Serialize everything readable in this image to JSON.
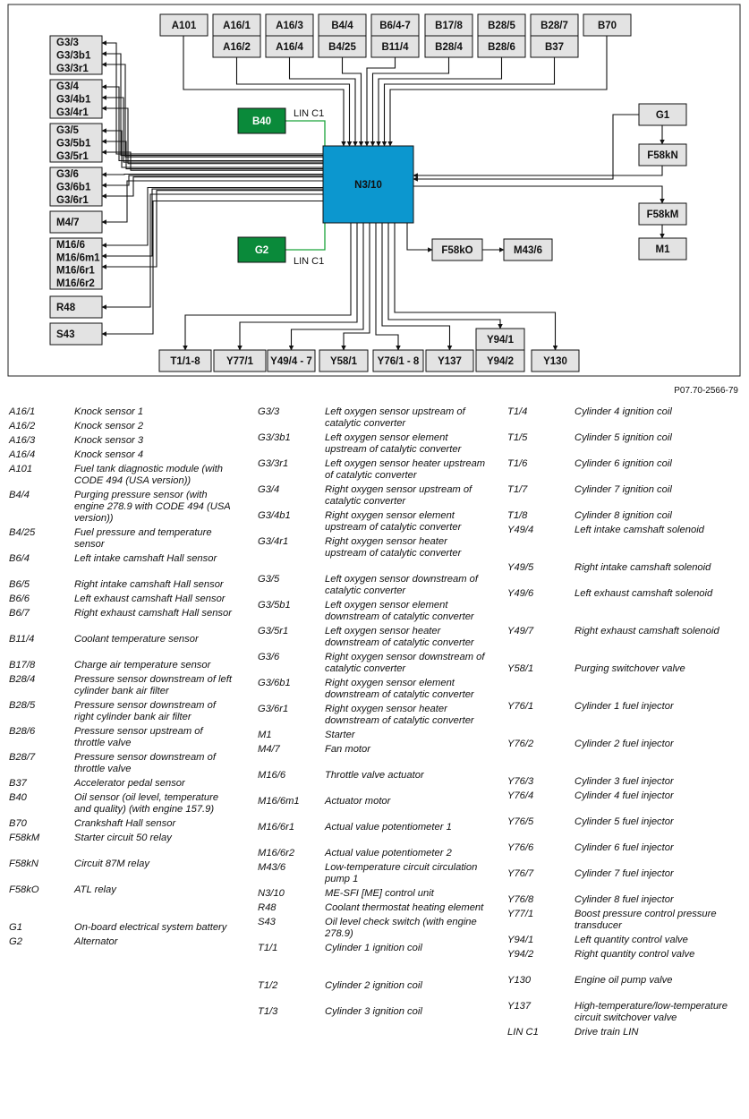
{
  "diagram": {
    "central_unit": "N3/10",
    "nodes_top": [
      {
        "id": "top-a101",
        "lines": [
          "A101"
        ]
      },
      {
        "id": "top-a16-1",
        "lines": [
          "A16/1",
          "A16/2"
        ]
      },
      {
        "id": "top-a16-3",
        "lines": [
          "A16/3",
          "A16/4"
        ]
      },
      {
        "id": "top-b4-4",
        "lines": [
          "B4/4",
          "B4/25"
        ]
      },
      {
        "id": "top-b6-4",
        "lines": [
          "B6/4-7",
          "B11/4"
        ]
      },
      {
        "id": "top-b17-8",
        "lines": [
          "B17/8",
          "B28/4"
        ]
      },
      {
        "id": "top-b28-5",
        "lines": [
          "B28/5",
          "B28/6"
        ]
      },
      {
        "id": "top-b28-7",
        "lines": [
          "B28/7",
          "B37"
        ]
      },
      {
        "id": "top-b70",
        "lines": [
          "B70"
        ]
      }
    ],
    "nodes_left": [
      {
        "id": "left-g3-3",
        "lines": [
          "G3/3",
          "G3/3b1",
          "G3/3r1"
        ]
      },
      {
        "id": "left-g3-4",
        "lines": [
          "G3/4",
          "G3/4b1",
          "G3/4r1"
        ]
      },
      {
        "id": "left-g3-5",
        "lines": [
          "G3/5",
          "G3/5b1",
          "G3/5r1"
        ]
      },
      {
        "id": "left-g3-6",
        "lines": [
          "G3/6",
          "G3/6b1",
          "G3/6r1"
        ]
      },
      {
        "id": "left-m4-7",
        "lines": [
          "M4/7"
        ]
      },
      {
        "id": "left-m16-6",
        "lines": [
          "M16/6",
          "M16/6m1",
          "M16/6r1",
          "M16/6r2"
        ]
      },
      {
        "id": "left-r48",
        "lines": [
          "R48"
        ]
      },
      {
        "id": "left-s43",
        "lines": [
          "S43"
        ]
      }
    ],
    "nodes_bottom": [
      {
        "id": "bottom-t1",
        "lines": [
          "T1/1-8"
        ]
      },
      {
        "id": "bottom-y77",
        "lines": [
          "Y77/1"
        ]
      },
      {
        "id": "bottom-y49",
        "lines": [
          "Y49/4 - 7"
        ]
      },
      {
        "id": "bottom-y58",
        "lines": [
          "Y58/1"
        ]
      },
      {
        "id": "bottom-y76",
        "lines": [
          "Y76/1 - 8"
        ]
      },
      {
        "id": "bottom-y137",
        "lines": [
          "Y137"
        ]
      },
      {
        "id": "bottom-y94",
        "lines": [
          "Y94/1",
          "Y94/2"
        ]
      },
      {
        "id": "bottom-y130",
        "lines": [
          "Y130"
        ]
      }
    ],
    "nodes_right": [
      {
        "id": "right-g1",
        "lines": [
          "G1"
        ]
      },
      {
        "id": "right-f58kn",
        "lines": [
          "F58kN"
        ]
      },
      {
        "id": "right-f58km",
        "lines": [
          "F58kM"
        ]
      },
      {
        "id": "right-m1",
        "lines": [
          "M1"
        ]
      },
      {
        "id": "mid-f58ko",
        "lines": [
          "F58kO"
        ]
      },
      {
        "id": "mid-m43-6",
        "lines": [
          "M43/6"
        ]
      }
    ],
    "green_nodes": [
      {
        "id": "green-b40",
        "lines": [
          "B40"
        ]
      },
      {
        "id": "green-g2",
        "lines": [
          "G2"
        ]
      }
    ],
    "bus_label_top": "LIN C1",
    "bus_label_bottom": "LIN C1",
    "colors": {
      "central": "#0c97cf",
      "green_box": "#0a8a3a",
      "bus_line": "#1aa33a",
      "box_fill": "#e3e3e3"
    }
  },
  "figure_ref": "P07.70-2566-79",
  "legend": {
    "columns": [
      [
        {
          "code": "A16/1",
          "desc": "Knock sensor 1",
          "gap": 0
        },
        {
          "code": "A16/2",
          "desc": "Knock sensor 2",
          "gap": 0
        },
        {
          "code": "A16/3",
          "desc": "Knock sensor 3",
          "gap": 0
        },
        {
          "code": "A16/4",
          "desc": "Knock sensor 4",
          "gap": 0
        },
        {
          "code": "A101",
          "desc": "Fuel tank diagnostic module (with CODE 494 (USA version))",
          "gap": 0
        },
        {
          "code": "B4/4",
          "desc": "Purging pressure sensor (with engine 278.9 with CODE 494 (USA version))",
          "gap": 0
        },
        {
          "code": "B4/25",
          "desc": "Fuel pressure and temperature sensor",
          "gap": 0
        },
        {
          "code": "B6/4",
          "desc": "Left intake camshaft Hall sensor",
          "gap": 1
        },
        {
          "code": "B6/5",
          "desc": "Right intake camshaft Hall sensor",
          "gap": 0
        },
        {
          "code": "B6/6",
          "desc": "Left exhaust camshaft Hall sensor",
          "gap": 0
        },
        {
          "code": "B6/7",
          "desc": "Right exhaust camshaft Hall sensor",
          "gap": 1
        },
        {
          "code": "B11/4",
          "desc": "Coolant temperature sensor",
          "gap": 1
        },
        {
          "code": "B17/8",
          "desc": "Charge air temperature sensor",
          "gap": 0
        },
        {
          "code": "B28/4",
          "desc": "Pressure sensor downstream of left cylinder bank air filter",
          "gap": 0
        },
        {
          "code": "B28/5",
          "desc": "Pressure sensor downstream of right cylinder bank air filter",
          "gap": 0
        },
        {
          "code": "B28/6",
          "desc": "Pressure sensor upstream of throttle valve",
          "gap": 0
        },
        {
          "code": "B28/7",
          "desc": "Pressure sensor downstream of throttle valve",
          "gap": 0
        },
        {
          "code": "B37",
          "desc": "Accelerator pedal sensor",
          "gap": 0
        },
        {
          "code": "B40",
          "desc": "Oil sensor (oil level, temperature and quality) (with engine 157.9)",
          "gap": 0
        },
        {
          "code": "B70",
          "desc": "Crankshaft Hall sensor",
          "gap": 0
        },
        {
          "code": "F58kM",
          "desc": "Starter circuit 50 relay",
          "gap": 1
        },
        {
          "code": "F58kN",
          "desc": "Circuit 87M relay",
          "gap": 1
        },
        {
          "code": "F58kO",
          "desc": "ATL relay",
          "gap": 2
        },
        {
          "code": "G1",
          "desc": "On-board electrical system battery",
          "gap": 0
        },
        {
          "code": "G2",
          "desc": "Alternator",
          "gap": 0
        }
      ],
      [
        {
          "code": "G3/3",
          "desc": "Left oxygen sensor upstream of catalytic converter",
          "gap": 0
        },
        {
          "code": "G3/3b1",
          "desc": "Left oxygen sensor element upstream of catalytic converter",
          "gap": 0
        },
        {
          "code": "G3/3r1",
          "desc": "Left oxygen sensor heater upstream of catalytic converter",
          "gap": 0
        },
        {
          "code": "G3/4",
          "desc": "Right oxygen sensor upstream of catalytic converter",
          "gap": 0
        },
        {
          "code": "G3/4b1",
          "desc": "Right oxygen sensor element upstream of catalytic converter",
          "gap": 0
        },
        {
          "code": "G3/4r1",
          "desc": "Right oxygen sensor heater upstream of catalytic converter",
          "gap": 1
        },
        {
          "code": "G3/5",
          "desc": "Left oxygen sensor downstream of catalytic converter",
          "gap": 0
        },
        {
          "code": "G3/5b1",
          "desc": "Left oxygen sensor element downstream of catalytic converter",
          "gap": 0
        },
        {
          "code": "G3/5r1",
          "desc": "Left oxygen sensor heater downstream of catalytic converter",
          "gap": 0
        },
        {
          "code": "G3/6",
          "desc": "Right oxygen sensor downstream of catalytic converter",
          "gap": 0
        },
        {
          "code": "G3/6b1",
          "desc": "Right oxygen sensor element downstream of catalytic converter",
          "gap": 0
        },
        {
          "code": "G3/6r1",
          "desc": "Right oxygen sensor heater downstream of catalytic converter",
          "gap": 0
        },
        {
          "code": "M1",
          "desc": "Starter",
          "gap": 0
        },
        {
          "code": "M4/7",
          "desc": "Fan motor",
          "gap": 1
        },
        {
          "code": "M16/6",
          "desc": "Throttle valve actuator",
          "gap": 1
        },
        {
          "code": "M16/6m1",
          "desc": "Actuator motor",
          "gap": 1
        },
        {
          "code": "M16/6r1",
          "desc": "Actual value potentiometer 1",
          "gap": 1
        },
        {
          "code": "M16/6r2",
          "desc": "Actual value potentiometer 2",
          "gap": 0
        },
        {
          "code": "M43/6",
          "desc": "Low-temperature circuit circulation pump 1",
          "gap": 0
        },
        {
          "code": "N3/10",
          "desc": "ME-SFI [ME] control unit",
          "gap": 0
        },
        {
          "code": "R48",
          "desc": "Coolant thermostat heating element",
          "gap": 0
        },
        {
          "code": "S43",
          "desc": "Oil level check switch (with engine 278.9)",
          "gap": 0
        },
        {
          "code": "T1/1",
          "desc": "Cylinder 1 ignition coil",
          "gap": 2
        },
        {
          "code": "T1/2",
          "desc": "Cylinder 2 ignition coil",
          "gap": 1
        },
        {
          "code": "T1/3",
          "desc": "Cylinder 3 ignition coil",
          "gap": 0
        }
      ],
      [
        {
          "code": "T1/4",
          "desc": "Cylinder 4 ignition coil",
          "gap": 1
        },
        {
          "code": "T1/5",
          "desc": "Cylinder 5 ignition coil",
          "gap": 1
        },
        {
          "code": "T1/6",
          "desc": "Cylinder 6 ignition coil",
          "gap": 1
        },
        {
          "code": "T1/7",
          "desc": "Cylinder 7 ignition coil",
          "gap": 1
        },
        {
          "code": "T1/8",
          "desc": "Cylinder 8 ignition coil",
          "gap": 0
        },
        {
          "code": "Y49/4",
          "desc": "Left intake camshaft solenoid",
          "gap": 2
        },
        {
          "code": "Y49/5",
          "desc": "Right intake camshaft solenoid",
          "gap": 1
        },
        {
          "code": "Y49/6",
          "desc": "Left exhaust camshaft solenoid",
          "gap": 2
        },
        {
          "code": "Y49/7",
          "desc": "Right exhaust camshaft solenoid",
          "gap": 2
        },
        {
          "code": "Y58/1",
          "desc": "Purging switchover valve",
          "gap": 2
        },
        {
          "code": "Y76/1",
          "desc": "Cylinder 1 fuel injector",
          "gap": 2
        },
        {
          "code": "Y76/2",
          "desc": "Cylinder 2 fuel injector",
          "gap": 2
        },
        {
          "code": "Y76/3",
          "desc": "Cylinder 3 fuel injector",
          "gap": 0
        },
        {
          "code": "Y76/4",
          "desc": "Cylinder 4 fuel injector",
          "gap": 1
        },
        {
          "code": "Y76/5",
          "desc": "Cylinder 5 fuel injector",
          "gap": 1
        },
        {
          "code": "Y76/6",
          "desc": "Cylinder 6 fuel injector",
          "gap": 1
        },
        {
          "code": "Y76/7",
          "desc": "Cylinder 7 fuel injector",
          "gap": 1
        },
        {
          "code": "Y76/8",
          "desc": "Cylinder 8 fuel injector",
          "gap": 0
        },
        {
          "code": "Y77/1",
          "desc": "Boost pressure control pressure transducer",
          "gap": 0
        },
        {
          "code": "Y94/1",
          "desc": "Left quantity control valve",
          "gap": 0
        },
        {
          "code": "Y94/2",
          "desc": "Right quantity control valve",
          "gap": 1
        },
        {
          "code": "Y130",
          "desc": "Engine oil pump valve",
          "gap": 1
        },
        {
          "code": "Y137",
          "desc": "High-temperature/low-temperature circuit switchover valve",
          "gap": 0
        },
        {
          "code": "LIN C1",
          "desc": "Drive train LIN",
          "gap": 0
        }
      ]
    ]
  }
}
